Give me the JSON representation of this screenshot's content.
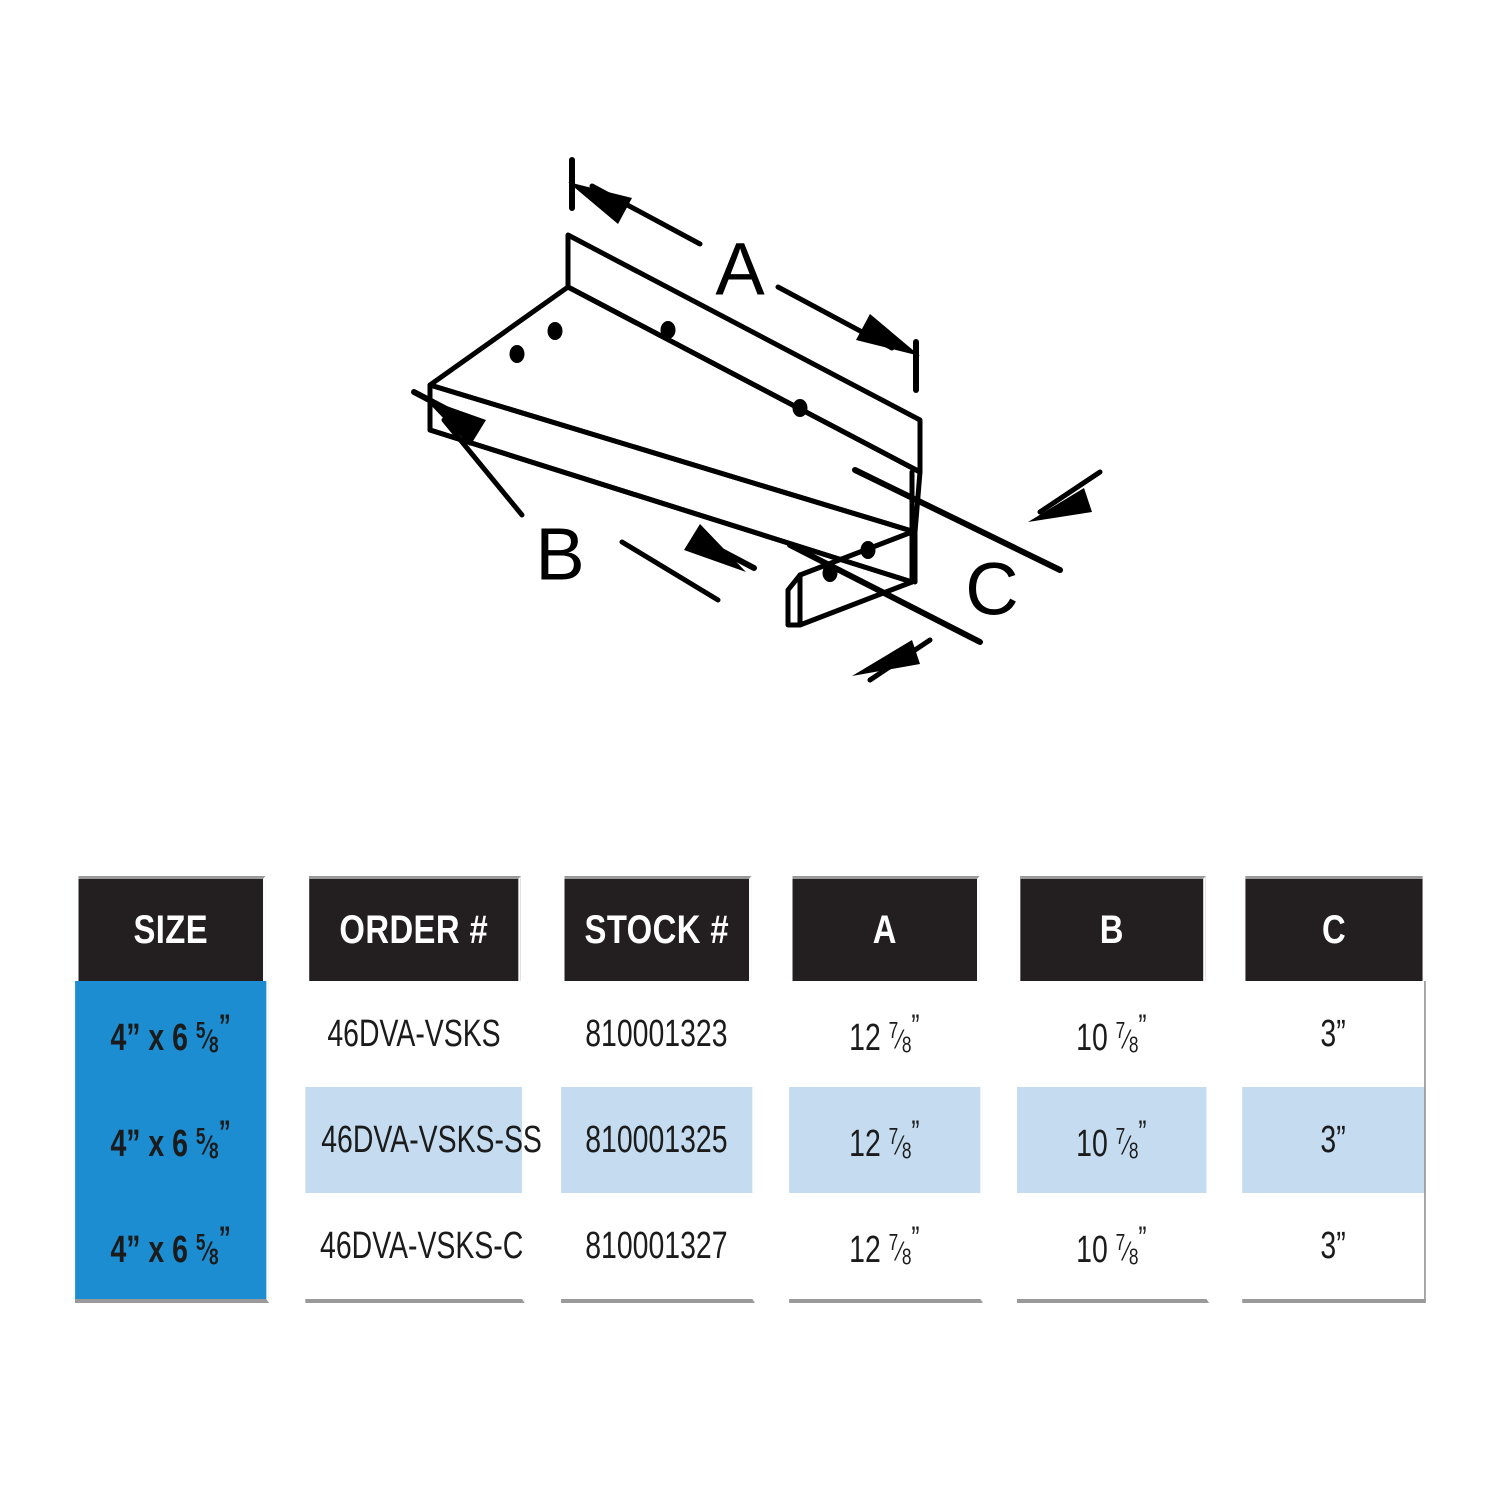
{
  "diagram": {
    "name": "vent-support-bracket-isometric",
    "description": "Isometric line drawing of an L-shaped sheet metal vent support bracket with mounting holes, annotated with dimension arrows A, B and C",
    "labels": {
      "a": "A",
      "b": "B",
      "c": "C"
    },
    "stroke_color": "#000000",
    "fill_color": "#ffffff",
    "hole_count": 6
  },
  "table": {
    "columns": [
      {
        "key": "size",
        "label": "SIZE"
      },
      {
        "key": "order",
        "label": "ORDER #"
      },
      {
        "key": "stock",
        "label": "STOCK #"
      },
      {
        "key": "a",
        "label": "A"
      },
      {
        "key": "b",
        "label": "B"
      },
      {
        "key": "c",
        "label": "C"
      }
    ],
    "rows": [
      {
        "size_whole": "4” x 6",
        "size_frac_num": "5",
        "size_frac_den": "8",
        "size_inch": "”",
        "size_plain": "4” x 6 5/8”",
        "order": "46DVA-VSKS",
        "stock": "810001323",
        "a_whole": "12",
        "a_num": "7",
        "a_den": "8",
        "a_inch": "”",
        "a_plain": "12 7/8”",
        "b_whole": "10",
        "b_num": "7",
        "b_den": "8",
        "b_inch": "”",
        "b_plain": "10 7/8”",
        "c": "3”",
        "highlight": false
      },
      {
        "size_whole": "4” x 6",
        "size_frac_num": "5",
        "size_frac_den": "8",
        "size_inch": "”",
        "size_plain": "4” x 6 5/8”",
        "order": "46DVA-VSKS-SS",
        "stock": "810001325",
        "a_whole": "12",
        "a_num": "7",
        "a_den": "8",
        "a_inch": "”",
        "a_plain": "12 7/8”",
        "b_whole": "10",
        "b_num": "7",
        "b_den": "8",
        "b_inch": "”",
        "b_plain": "10 7/8”",
        "c": "3”",
        "highlight": true
      },
      {
        "size_whole": "4” x 6",
        "size_frac_num": "5",
        "size_frac_den": "8",
        "size_inch": "”",
        "size_plain": "4” x 6 5/8”",
        "order": "46DVA-VSKS-C",
        "stock": "810001327",
        "a_whole": "12",
        "a_num": "7",
        "a_den": "8",
        "a_inch": "”",
        "a_plain": "12 7/8”",
        "b_whole": "10",
        "b_num": "7",
        "b_den": "8",
        "b_inch": "”",
        "b_plain": "10 7/8”",
        "c": "3”",
        "highlight": false
      }
    ]
  },
  "colors": {
    "header_bg": "#231f20",
    "header_text": "#ffffff",
    "size_cell_bg": "#1b8dd0",
    "alt_row_bg": "#c5dcf0",
    "row_bg": "#ffffff",
    "border_gray": "#9a9a9a",
    "text": "#1b1b1b"
  }
}
